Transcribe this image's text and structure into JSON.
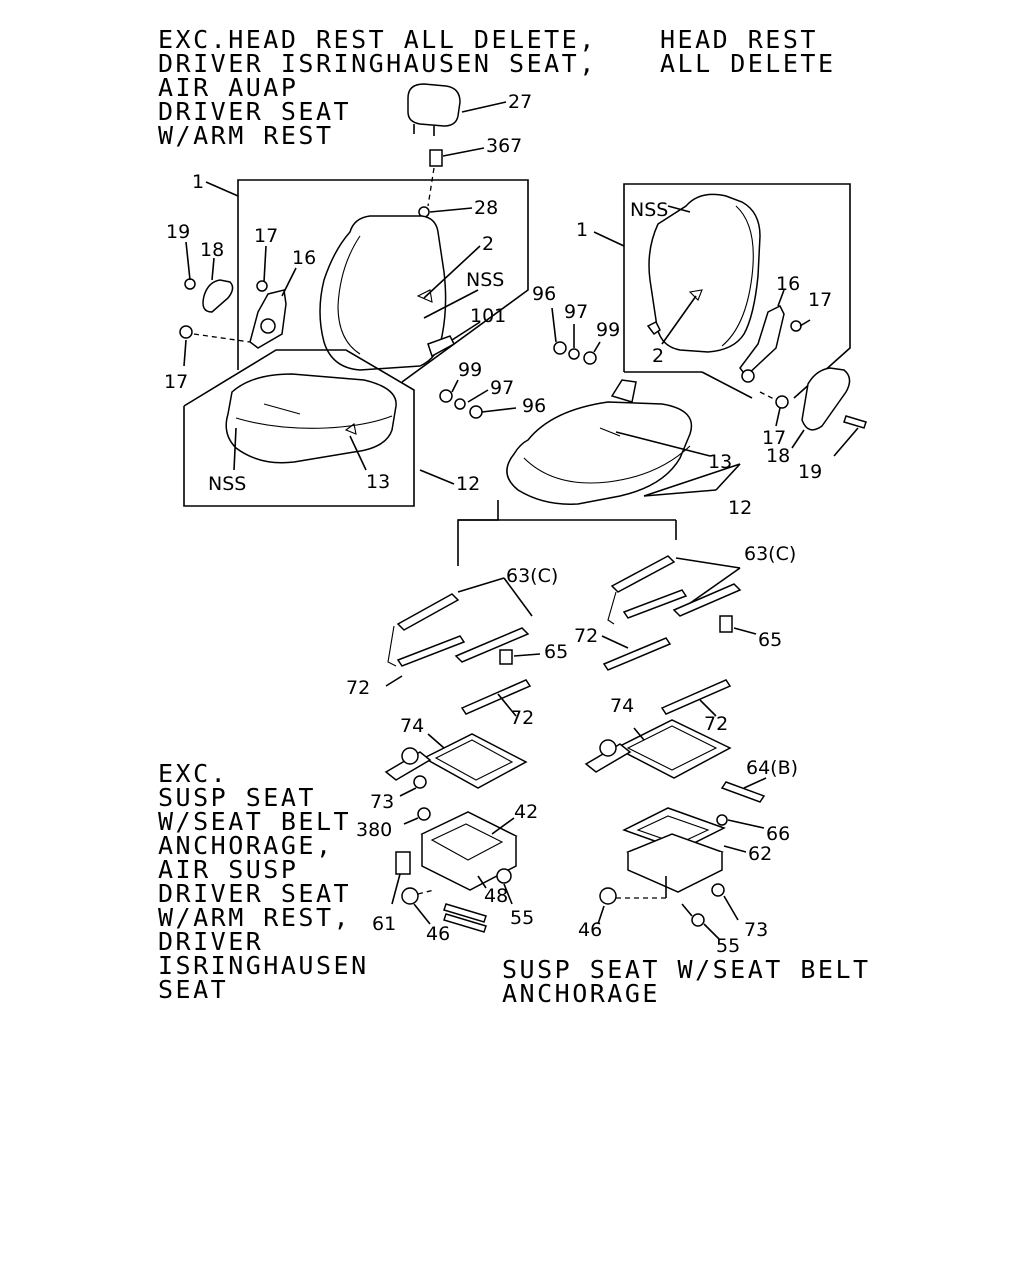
{
  "captions": {
    "top_left": [
      "EXC.HEAD REST ALL DELETE,",
      "DRIVER ISRINGHAUSEN SEAT,",
      "AIR AUAP",
      "DRIVER SEAT",
      "W/ARM REST"
    ],
    "top_right": [
      "HEAD REST",
      "ALL DELETE"
    ],
    "bottom_left": [
      "EXC.",
      "SUSP SEAT",
      "W/SEAT BELT",
      "ANCHORAGE,",
      "AIR SUSP",
      "DRIVER SEAT",
      "W/ARM REST,",
      "DRIVER",
      "ISRINGHAUSEN",
      "SEAT"
    ],
    "bottom_right": [
      "SUSP SEAT W/SEAT BELT",
      "ANCHORAGE"
    ]
  },
  "labels": {
    "l27": "27",
    "l367": "367",
    "l28": "28",
    "l1a": "1",
    "l19a": "19",
    "l18a": "18",
    "l17a": "17",
    "l16a": "16",
    "l2a": "2",
    "lnss1": "NSS",
    "l101": "101",
    "l17b": "17",
    "l99a": "99",
    "l97a": "97",
    "l96a": "96",
    "lnss2": "NSS",
    "l13a": "13",
    "l12a": "12",
    "l1b": "1",
    "lnss3": "NSS",
    "l16b": "16",
    "l17c": "17",
    "l2b": "2",
    "l96b": "96",
    "l97b": "97",
    "l99b": "99",
    "l17d": "17",
    "l18b": "18",
    "l19b": "19",
    "l13b": "13",
    "l12b": "12",
    "l63a": "63(C)",
    "l65a": "65",
    "l72a": "72",
    "l72b": "72",
    "l74a": "74",
    "l73a": "73",
    "l380": "380",
    "l42": "42",
    "l61": "61",
    "l46a": "46",
    "l48": "48",
    "l55a": "55",
    "l63b": "63(C)",
    "l65b": "65",
    "l72c": "72",
    "l72d": "72",
    "l74b": "74",
    "l64": "64(B)",
    "l66": "66",
    "l62": "62",
    "l46b": "46",
    "l55b": "55",
    "l73b": "73"
  }
}
